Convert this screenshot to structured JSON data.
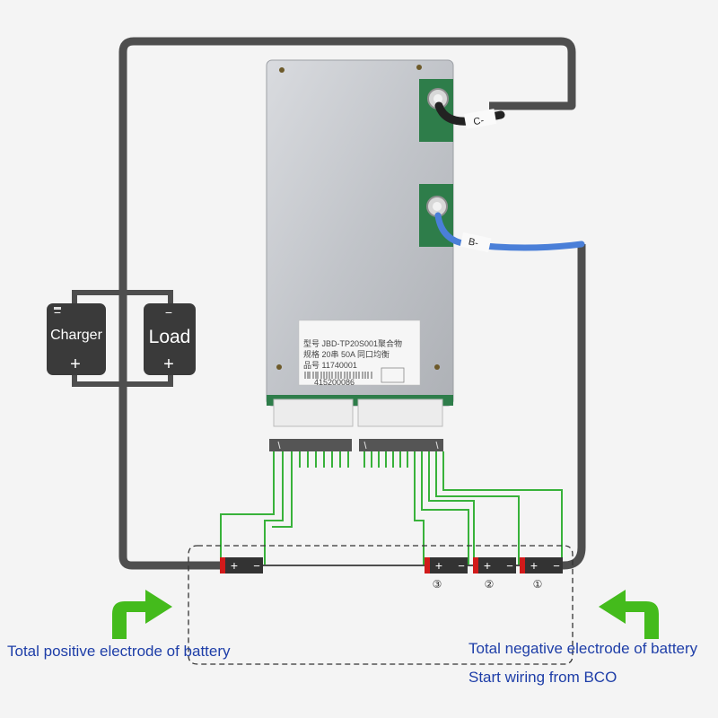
{
  "devices": {
    "charger": {
      "label": "Charger",
      "minus": "−",
      "plus": "+"
    },
    "load": {
      "label": "Load",
      "minus": "−",
      "plus": "+"
    }
  },
  "cables": {
    "charge_negative": "C-",
    "battery_negative": "B-"
  },
  "board_label": {
    "line1": "型号 JBD-TP20S001聚合物",
    "line2": "规格 20串 50A  同口均衡",
    "line3": "品号 11740001",
    "barcode_number": "415200086"
  },
  "cells": [
    {
      "plus": "+",
      "minus": "−",
      "number": ""
    },
    {
      "plus": "+",
      "minus": "−",
      "number": "③"
    },
    {
      "plus": "+",
      "minus": "−",
      "number": "②"
    },
    {
      "plus": "+",
      "minus": "−",
      "number": "①"
    }
  ],
  "captions": {
    "positive": "Total positive electrode of battery",
    "negative": "Total negative electrode of battery",
    "start": "Start wiring from BCO"
  },
  "colors": {
    "wire_gray": "#4e4e4e",
    "balance_green": "#38b23a",
    "arrow_green": "#44bb1c",
    "text_blue": "#1e3ea8",
    "battery_dark": "#333333",
    "battery_red": "#d11a1a",
    "pcb_green": "#2e7d4a",
    "board_silver": "#c4c7cc",
    "cable_blue": "#4a7fd8"
  }
}
